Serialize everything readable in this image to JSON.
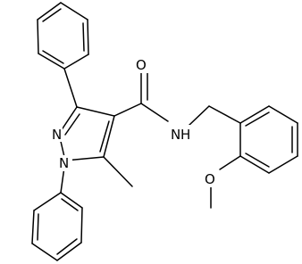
{
  "diagram": {
    "type": "chemical-structure",
    "atom_labels": {
      "n_pyrazole_1": "N",
      "n_pyrazole_2": "N",
      "carbonyl_o": "O",
      "amide_nh": "N",
      "amide_h": "H",
      "methoxy_o": "O"
    },
    "colors": {
      "bond": "#000000",
      "label": "#000000",
      "background": "#ffffff"
    }
  }
}
